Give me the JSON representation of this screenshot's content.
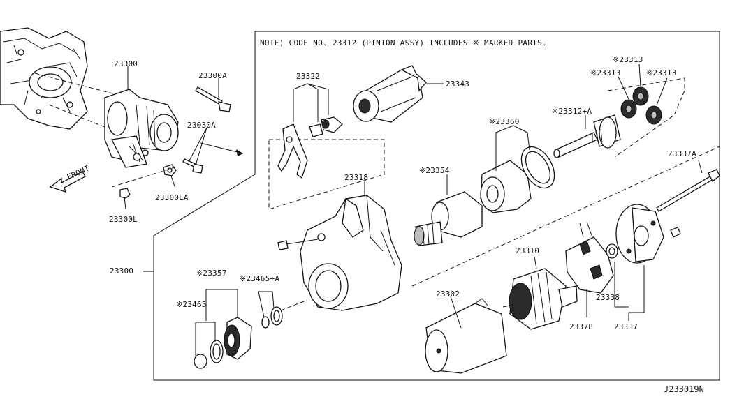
{
  "note": "NOTE) CODE NO. 23312 (PINION ASSY) INCLUDES ※ MARKED PARTS.",
  "figure_id": "J233019N",
  "front_label": "FRONT",
  "labels": {
    "p23300_top": "23300",
    "p23300A": "23300A",
    "p23030A": "23030A",
    "p23300LA": "23300LA",
    "p23300L": "23300L",
    "p23300_side": "23300",
    "p23322": "23322",
    "p23343": "23343",
    "p23318": "23318",
    "p23354": "※23354",
    "p23360": "※23360",
    "p23312A": "※23312+A",
    "p23313_a": "※23313",
    "p23313_b": "※23313",
    "p23313_c": "※23313",
    "p23337A": "23337A",
    "p23357": "※23357",
    "p23465A": "※23465+A",
    "p23465": "※23465",
    "p23302": "23302",
    "p23310": "23310",
    "p23378": "23378",
    "p23338": "23338",
    "p23337": "23337"
  },
  "icons": {
    "asterisk_mark": "reference-mark-icon",
    "front_arrow": "front-arrow-icon"
  },
  "colors": {
    "ink": "#111111",
    "background": "#ffffff"
  }
}
